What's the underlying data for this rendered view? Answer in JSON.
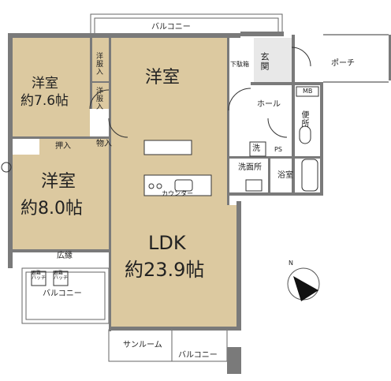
{
  "labels": {
    "balcony_top": "バルコニー",
    "porch": "ポーチ",
    "shoe_box": "下駄箱",
    "genkan": "玄関",
    "mb": "MB",
    "closet_a": "洋服入",
    "closet_b": "洋服入",
    "room1_name": "洋室",
    "room1_size": "約7.6帖",
    "room2_name": "洋室",
    "hall": "ホール",
    "toilet": "便所",
    "wash_mark": "洗",
    "ps": "PS",
    "washroom": "洗面所",
    "bath": "浴室",
    "oshiire": "押入",
    "storage": "物入",
    "room3_name": "洋室",
    "room3_size": "約8.0帖",
    "counter": "カウンター",
    "ldk_name": "LDK",
    "ldk_size": "約23.9帖",
    "hiroen": "広縁",
    "hatch_1": "避難\nハッチ",
    "hatch_2": "避難\nハッチ",
    "balcony_left": "バルコニー",
    "sunroom": "サンルーム",
    "balcony_bottom": "バルコニー",
    "compass_n": "N"
  },
  "colors": {
    "wall": "#7a7a7a",
    "room_fill": "#dcc9a0",
    "line": "#333333"
  }
}
